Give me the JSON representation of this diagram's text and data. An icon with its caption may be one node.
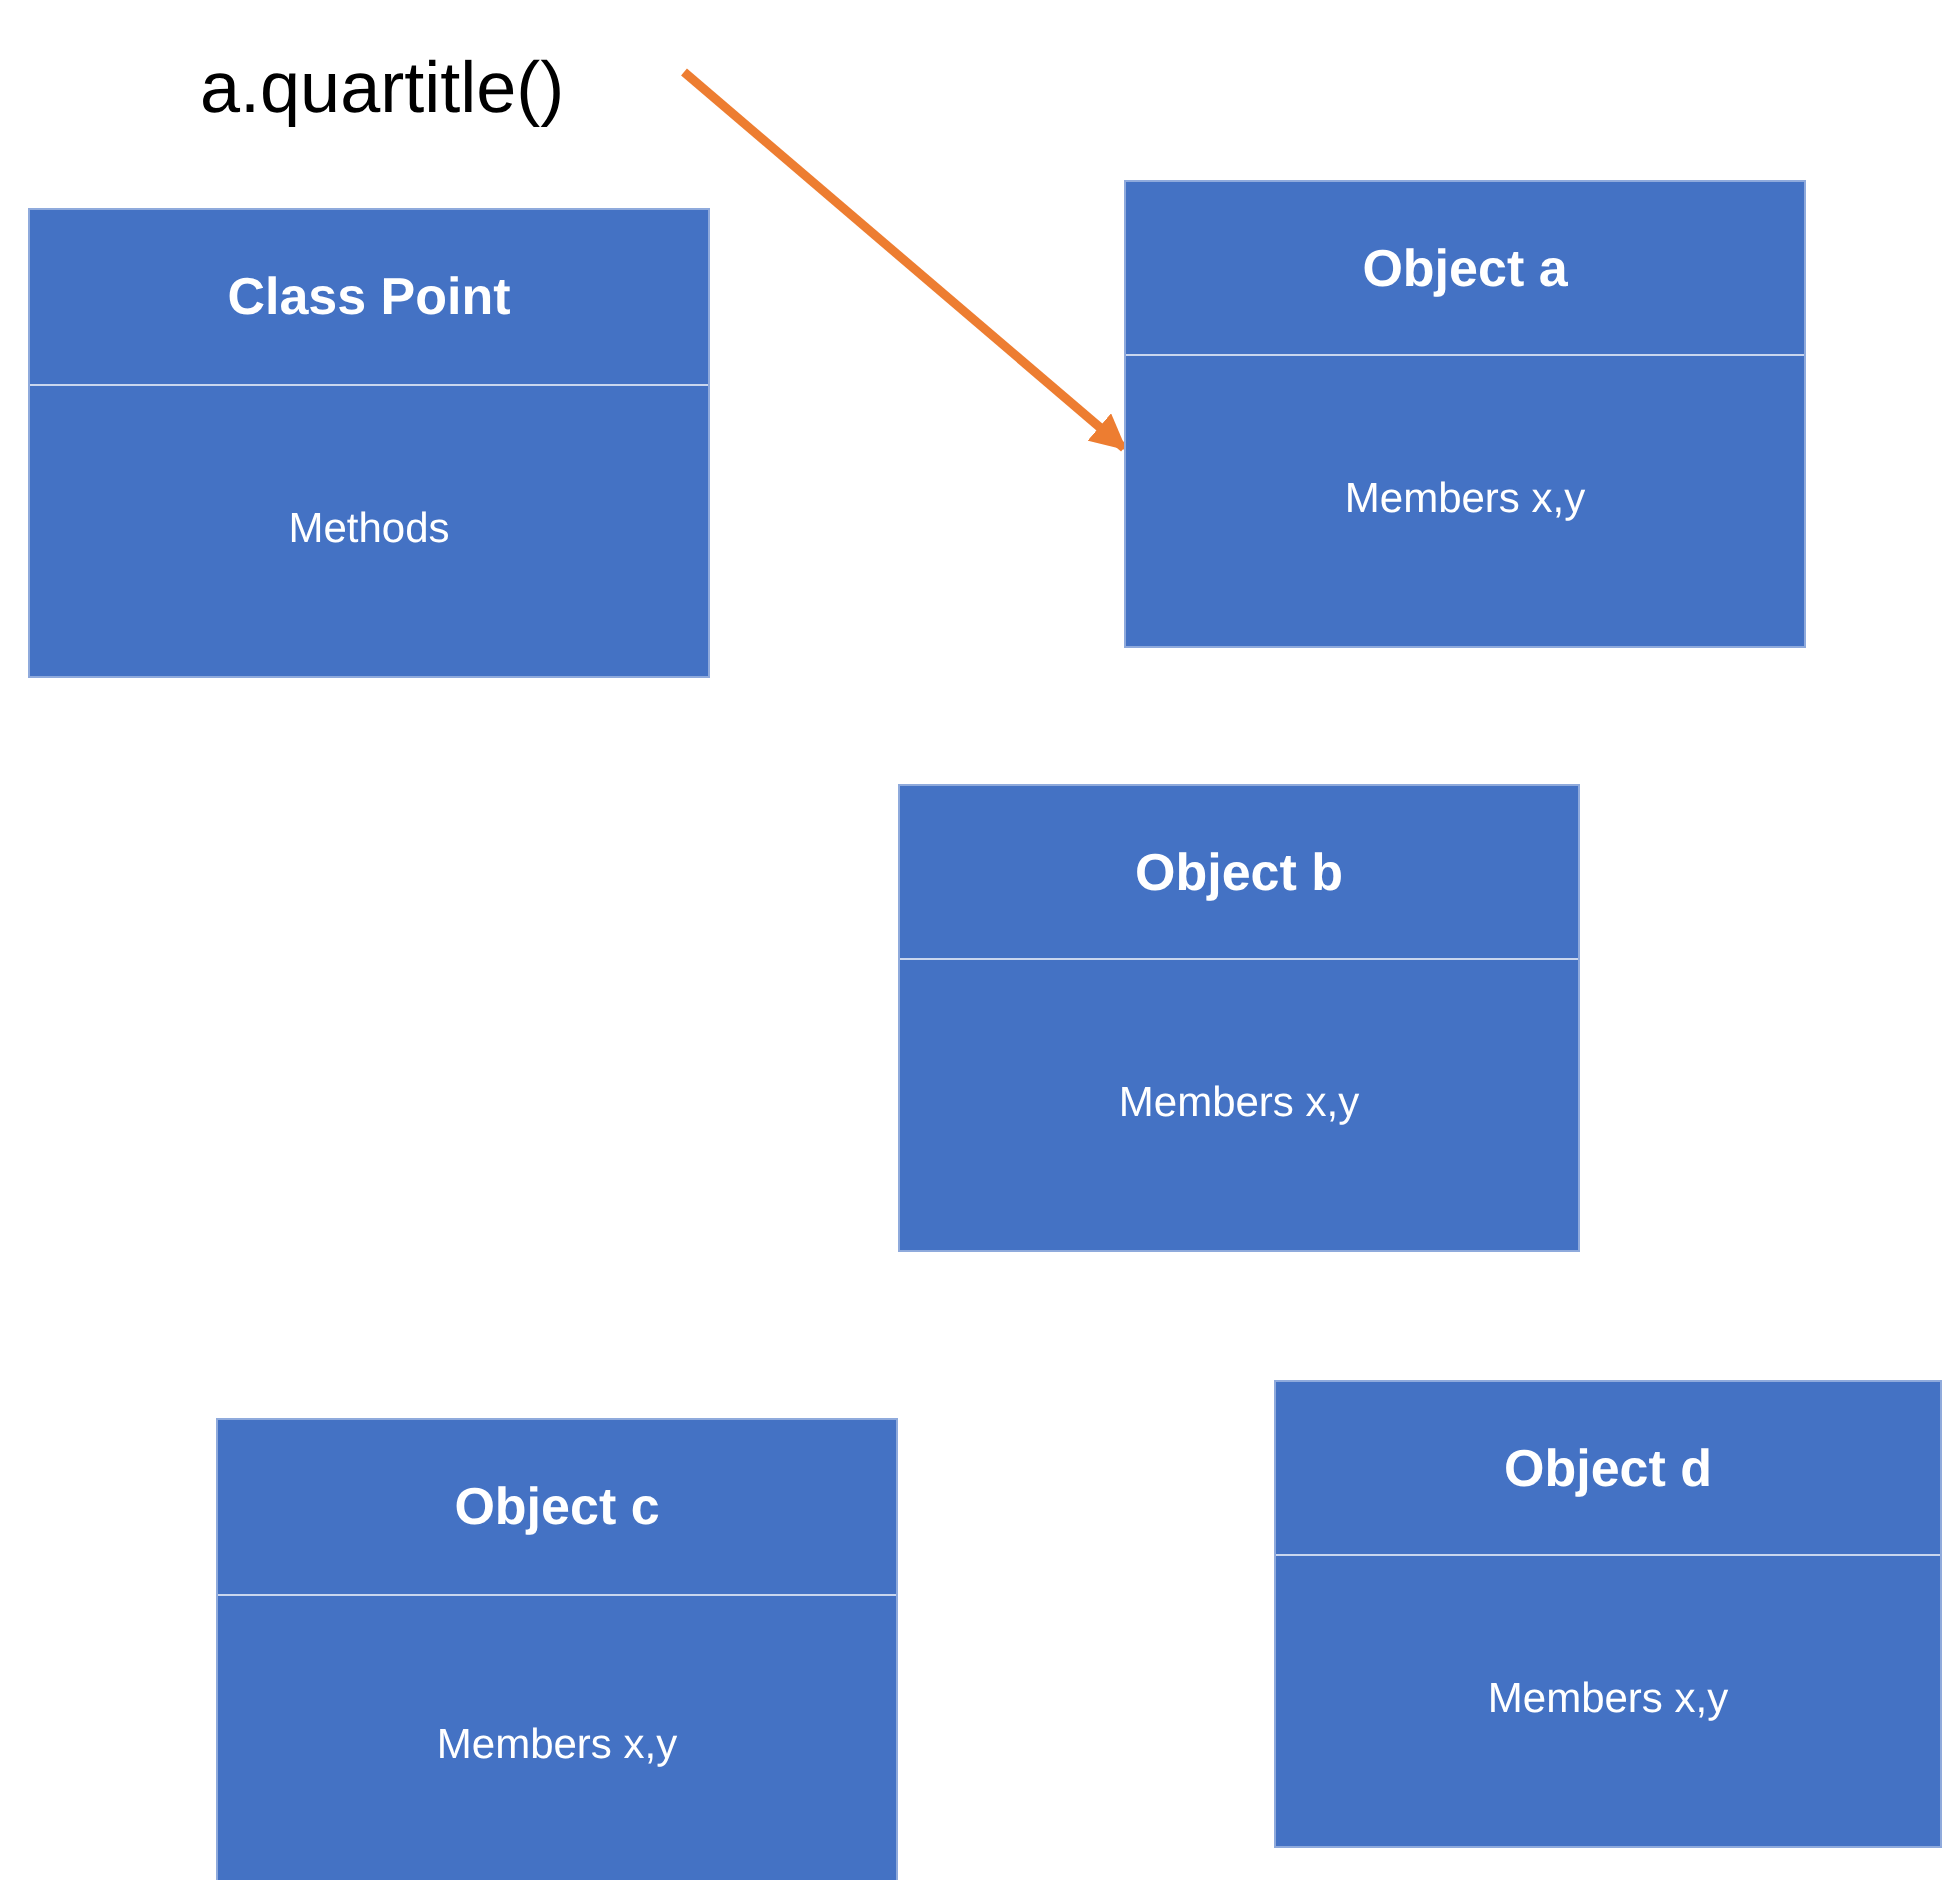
{
  "diagram": {
    "nodes": [
      {
        "text": [
          "a.quartitle()"
        ]
      },
      {
        "text": [
          "Class Point",
          "Methods"
        ]
      },
      {
        "text": [
          "Object a",
          "Members x,y"
        ]
      },
      {
        "text": [
          "Object b",
          "Members x,y"
        ]
      },
      {
        "text": [
          "Object c",
          "Members x,y"
        ]
      },
      {
        "text": [
          "Object d",
          "Members x,y"
        ]
      }
    ],
    "edges": [
      {
        "from": 0,
        "to": 2,
        "arrow": "to"
      }
    ]
  }
}
